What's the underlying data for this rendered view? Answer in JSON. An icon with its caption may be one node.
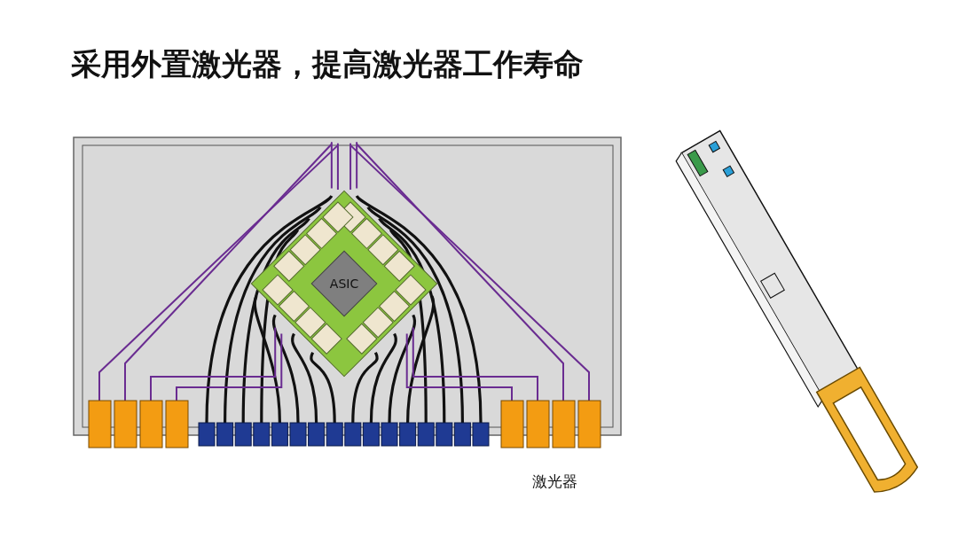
{
  "diagram": {
    "title": "采用外置激光器，提高激光器工作寿命",
    "nodes": [
      {
        "text": [
          "ASIC"
        ]
      }
    ],
    "labels": [
      "激光器"
    ]
  }
}
